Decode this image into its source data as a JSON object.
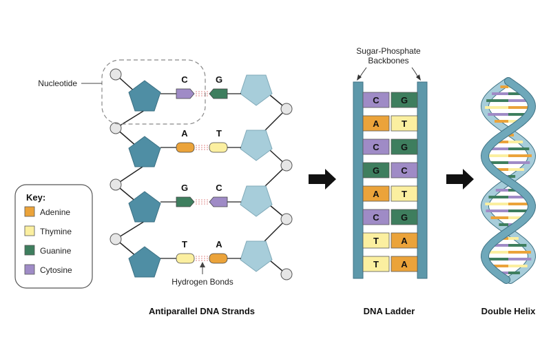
{
  "colors": {
    "adenine": "#EBA33A",
    "thymine": "#FBEFA0",
    "guanine": "#3E7E5E",
    "cytosine": "#9F8BC6",
    "sugar_dark": "#4F8EA4",
    "sugar_light": "#A7CDDA",
    "backbone": "#5D98AA",
    "hbond": "#E08A8A"
  },
  "labels": {
    "nucleotide": "Nucleotide",
    "hydrogen_bonds": "Hydrogen Bonds",
    "backbones_line1": "Sugar-Phosphate",
    "backbones_line2": "Backbones"
  },
  "captions": {
    "strands": "Antiparallel DNA Strands",
    "ladder": "DNA Ladder",
    "helix": "Double Helix"
  },
  "key": {
    "title": "Key:",
    "items": [
      {
        "label": "Adenine",
        "color": "#EBA33A"
      },
      {
        "label": "Thymine",
        "color": "#FBEFA0"
      },
      {
        "label": "Guanine",
        "color": "#3E7E5E"
      },
      {
        "label": "Cytosine",
        "color": "#9F8BC6"
      }
    ]
  },
  "strand_pairs": [
    {
      "left": "C",
      "right": "G"
    },
    {
      "left": "A",
      "right": "T"
    },
    {
      "left": "G",
      "right": "C"
    },
    {
      "left": "T",
      "right": "A"
    }
  ],
  "ladder_pairs": [
    {
      "left": "C",
      "right": "G"
    },
    {
      "left": "A",
      "right": "T"
    },
    {
      "left": "C",
      "right": "G"
    },
    {
      "left": "G",
      "right": "C"
    },
    {
      "left": "A",
      "right": "T"
    },
    {
      "left": "C",
      "right": "G"
    },
    {
      "left": "T",
      "right": "A"
    },
    {
      "left": "T",
      "right": "A"
    }
  ],
  "icons": {
    "arrow1": "right-arrow-icon",
    "arrow2": "right-arrow-icon"
  }
}
